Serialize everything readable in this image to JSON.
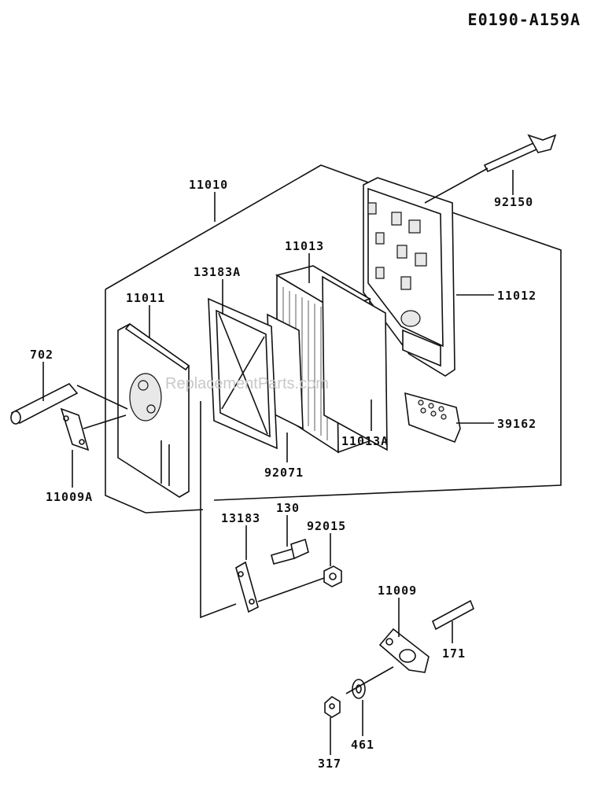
{
  "diagram_code": "E0190-A159A",
  "watermark": "ReplacementParts.com",
  "callouts": {
    "p11010": "11010",
    "p92150": "92150",
    "p11013": "11013",
    "p13183A": "13183A",
    "p11011": "11011",
    "p11012": "11012",
    "p702": "702",
    "p39162": "39162",
    "p11013A": "11013A",
    "p92071": "92071",
    "p11009A": "11009A",
    "p130": "130",
    "p13183": "13183",
    "p92015": "92015",
    "p11009": "11009",
    "p171": "171",
    "p461": "461",
    "p317": "317"
  }
}
